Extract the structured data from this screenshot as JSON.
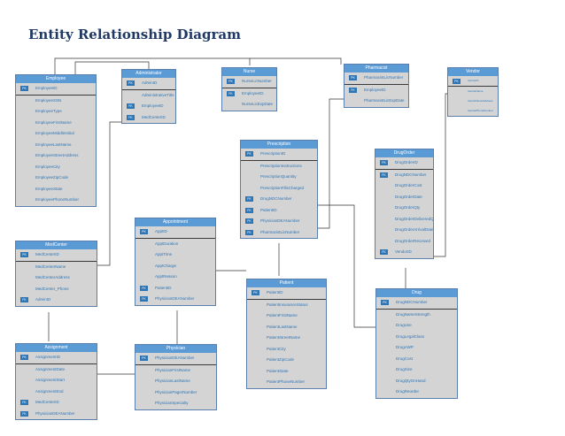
{
  "title": "Entity Relationship Diagram",
  "entities": [
    {
      "id": "employee",
      "name": "Employee",
      "fields": [
        {
          "label": "EmployeeID",
          "key": "PK"
        },
        {
          "label": "EmployeeSSN"
        },
        {
          "label": "EmployeeType"
        },
        {
          "label": "EmployeeFirstName"
        },
        {
          "label": "EmployeeMiddleInitial"
        },
        {
          "label": "EmployeeLastName"
        },
        {
          "label": "EmployeeStreetAddress"
        },
        {
          "label": "EmployeeCity"
        },
        {
          "label": "EmployeeZipCode"
        },
        {
          "label": "EmployeeState"
        },
        {
          "label": "EmployeePhoneNumber"
        }
      ]
    },
    {
      "id": "administrator",
      "name": "Administrator",
      "fields": [
        {
          "label": "AdminID",
          "key": "PK"
        },
        {
          "label": "AdministrativeTitle"
        },
        {
          "label": "EmployeeID",
          "key": "FK"
        },
        {
          "label": "MedCenterID",
          "key": "FK"
        }
      ]
    },
    {
      "id": "nurse",
      "name": "Nurse",
      "fields": [
        {
          "label": "NurseLicNumber",
          "key": "PK"
        },
        {
          "label": "EmployeeID",
          "key": "FK"
        },
        {
          "label": "NurseLicExpDate"
        }
      ]
    },
    {
      "id": "pharmacist",
      "name": "Pharmacist",
      "fields": [
        {
          "label": "PharmacistLicNumber",
          "key": "PK"
        },
        {
          "label": "EmployeeID",
          "key": "FK"
        },
        {
          "label": "PharmacistLicExpDate"
        }
      ]
    },
    {
      "id": "vendor",
      "name": "Vendor",
      "fields": [
        {
          "label": "VendorID",
          "key": "PK"
        },
        {
          "label": "VendorName"
        },
        {
          "label": "VendorStreetAddress"
        },
        {
          "label": "VendorPhoneNumber"
        }
      ]
    },
    {
      "id": "prescription",
      "name": "Prescription",
      "fields": [
        {
          "label": "PrescriptionID",
          "key": "PK"
        },
        {
          "label": "PrescriptionInstructions"
        },
        {
          "label": "PrescriptionQuantity"
        },
        {
          "label": "PrescriptionFillsCharged"
        },
        {
          "label": "DrugNDCNumber",
          "key": "FK"
        },
        {
          "label": "PatientID",
          "key": "FK"
        },
        {
          "label": "PhysicianDEANumber",
          "key": "FK"
        },
        {
          "label": "PharmacistLicNumber",
          "key": "FK"
        }
      ]
    },
    {
      "id": "drugorder",
      "name": "DrugOrder",
      "fields": [
        {
          "label": "DrugOrderID",
          "key": "PK"
        },
        {
          "label": "DrugNDCNumber",
          "key": "FK"
        },
        {
          "label": "DrugOrderCost"
        },
        {
          "label": "DrugOrderDate"
        },
        {
          "label": "DrugOrderQty"
        },
        {
          "label": "DrugOrderDeliveredQty"
        },
        {
          "label": "DrugOrderArrivalDate"
        },
        {
          "label": "DrugOrderReceived"
        },
        {
          "label": "VendorID",
          "key": "FK"
        }
      ]
    },
    {
      "id": "medcenter",
      "name": "MedCenter",
      "fields": [
        {
          "label": "MedCenterID",
          "key": "PK"
        },
        {
          "label": "MedCenterName"
        },
        {
          "label": "MedCenterAddress"
        },
        {
          "label": "MedCenter_Phone"
        },
        {
          "label": "AdminID",
          "key": "FK"
        }
      ]
    },
    {
      "id": "appointment",
      "name": "Appointment",
      "fields": [
        {
          "label": "ApptID",
          "key": "PK"
        },
        {
          "label": "ApptDuration"
        },
        {
          "label": "ApptTime"
        },
        {
          "label": "ApptCharge"
        },
        {
          "label": "ApptReason"
        },
        {
          "label": "PatientID",
          "key": "FK"
        },
        {
          "label": "PhysicianDEANumber",
          "key": "FK"
        }
      ]
    },
    {
      "id": "patient",
      "name": "Patient",
      "fields": [
        {
          "label": "PatientID",
          "key": "PK"
        },
        {
          "label": "PatientInsuranceStatus"
        },
        {
          "label": "PatientFirstName"
        },
        {
          "label": "PatientLastName"
        },
        {
          "label": "PatientStreetName"
        },
        {
          "label": "PatientCity"
        },
        {
          "label": "PatientZipCode"
        },
        {
          "label": "PatientState"
        },
        {
          "label": "PatientPhoneNumber"
        }
      ]
    },
    {
      "id": "drug",
      "name": "Drug",
      "fields": [
        {
          "label": "DrugNDCNumber",
          "key": "PK"
        },
        {
          "label": "DrugNameStrength"
        },
        {
          "label": "DrugUse"
        },
        {
          "label": "DrugLegalClass"
        },
        {
          "label": "DrugAWP"
        },
        {
          "label": "DrugCost"
        },
        {
          "label": "DrugSize"
        },
        {
          "label": "DrugQtyOnHand"
        },
        {
          "label": "DrugReorder"
        }
      ]
    },
    {
      "id": "assignment",
      "name": "Assignment",
      "fields": [
        {
          "label": "AssignmentID",
          "key": "PK"
        },
        {
          "label": "AssignmentDate"
        },
        {
          "label": "AssignmentStart"
        },
        {
          "label": "AssignmentEnd"
        },
        {
          "label": "MedCenterID",
          "key": "FK"
        },
        {
          "label": "PhysicianDEANumber",
          "key": "FK"
        }
      ]
    },
    {
      "id": "physician",
      "name": "Physician",
      "fields": [
        {
          "label": "PhysicianDEANumber",
          "key": "PK"
        },
        {
          "label": "PhysicianFirstName"
        },
        {
          "label": "PhysicianLastName"
        },
        {
          "label": "PhysicianPagerNumber"
        },
        {
          "label": "PhysicianSpecialty"
        }
      ]
    }
  ]
}
